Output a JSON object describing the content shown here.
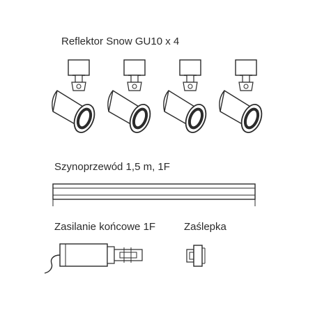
{
  "labels": {
    "spotlight": "Reflektor Snow GU10 x 4",
    "rail": "Szynoprzewód 1,5 m, 1F",
    "feed": "Zasilanie końcowe 1F",
    "cap": "Zaślepka"
  },
  "spotlight_count": 4,
  "colors": {
    "stroke": "#2b2b2b",
    "background": "#ffffff"
  }
}
